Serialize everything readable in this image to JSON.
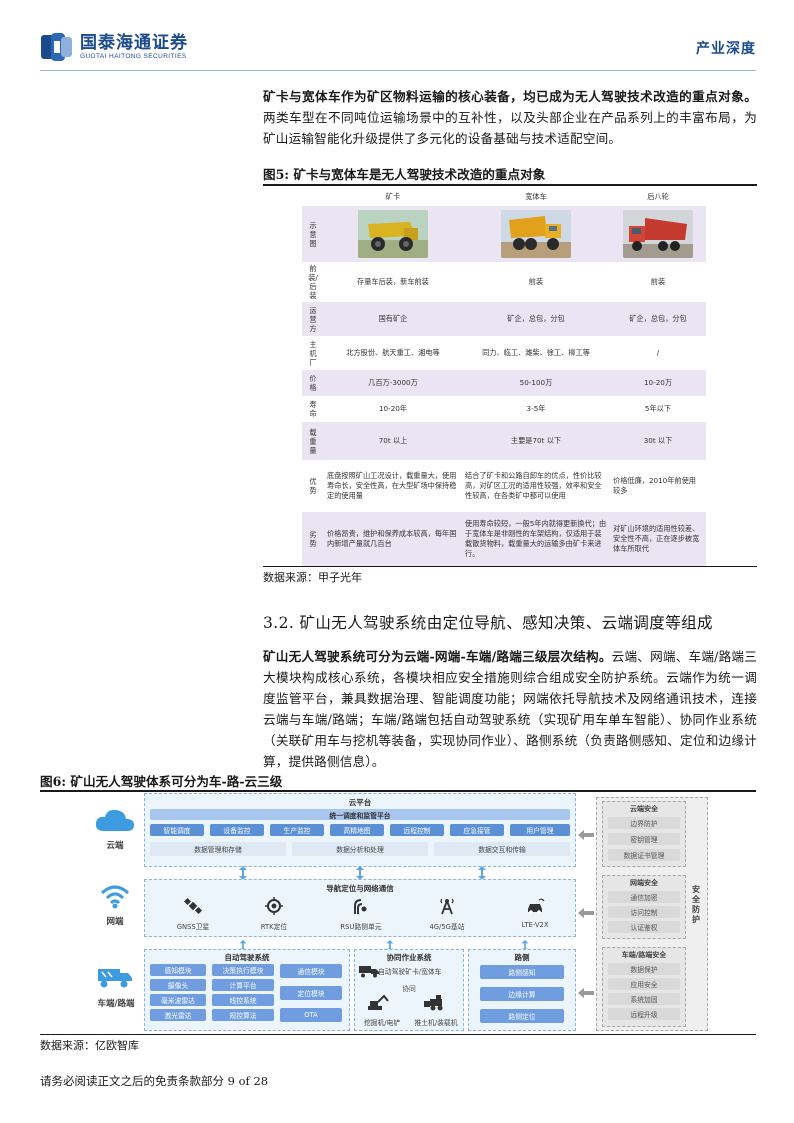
{
  "header": {
    "logo_cn": "国泰海通证券",
    "logo_en": "GUOTAI HAITONG SECURITIES",
    "section": "产业深度"
  },
  "intro": {
    "bold": "矿卡与宽体车作为矿区物料运输的核心装备，均已成为无人驾驶技术改造的重点对象。",
    "rest": "两类车型在不同吨位运输场景中的互补性，以及头部企业在产品系列上的丰富布局，为矿山运输智能化升级提供了多元化的设备基础与技术适配空间。"
  },
  "figure5": {
    "title": "图5:  矿卡与宽体车是无人驾驶技术改造的重点对象",
    "source": "数据来源：甲子光年",
    "columns": [
      "矿卡",
      "宽体车",
      "后八轮"
    ],
    "rows": [
      {
        "label": [
          "示",
          "意",
          "图"
        ],
        "cells": [
          "",
          "",
          ""
        ]
      },
      {
        "label": [
          "前",
          "装/",
          "后",
          "装"
        ],
        "cells": [
          "存量车后装，新车前装",
          "前装",
          "前装"
        ]
      },
      {
        "label": [
          "运",
          "营",
          "方"
        ],
        "cells": [
          "国有矿企",
          "矿企，总包，分包",
          "矿企，总包，分包"
        ]
      },
      {
        "label": [
          "主",
          "机",
          "厂"
        ],
        "cells": [
          "北方股份、航天重工、湘电等",
          "同力、临工、潍柴、徐工、柳工等",
          "/"
        ]
      },
      {
        "label": [
          "价",
          "格"
        ],
        "cells": [
          "几百万-3000万",
          "50-100万",
          "10-20万"
        ]
      },
      {
        "label": [
          "寿",
          "命"
        ],
        "cells": [
          "10-20年",
          "3-5年",
          "5年以下"
        ]
      },
      {
        "label": [
          "载",
          "重",
          "量"
        ],
        "cells": [
          "70t 以上",
          "主要是70t 以下",
          "30t 以下"
        ]
      },
      {
        "label": [
          "优",
          "势"
        ],
        "cells": [
          "底盘按照矿山工况设计，载重量大，使用寿命长，安全性高，在大型矿场中保持稳定的使用量",
          "结合了矿卡和公路自卸车的优点，性价比较高，对矿区工况的适用性较强，效率和安全性较高，在各类矿中都可以使用",
          "价格低廉，2010年前使用较多"
        ]
      },
      {
        "label": [
          "劣",
          "势"
        ],
        "cells": [
          "价格昂贵，维护和保养成本较高，每年国内新增产量就几百台",
          "使用寿命较短，一般5年内就得更新换代；由于宽体车是非刚性的车架结构，仅适用于装载散货物料，载重量大的运输多由矿卡来进行。",
          "对矿山环境的适用性较差、安全性不高，正在逐步被宽体车所取代"
        ]
      }
    ]
  },
  "section": {
    "heading": "3.2. 矿山无人驾驶系统由定位导航、感知决策、云端调度等组成"
  },
  "para2": {
    "bold": "矿山无人驾驶系统可分为云端-网端-车端/路端三级层次结构。",
    "rest": "云端、网端、车端/路端三大模块构成核心系统，各模块相应安全措施则综合组成安全防护系统。云端作为统一调度监管平台，兼具数据治理、智能调度功能；网端依托导航技术及网络通讯技术，连接云端与车端/路端；车端/路端包括自动驾驶系统（实现矿用车单车智能）、协同作业系统（关联矿用车与挖机等装备，实现协同作业）、路侧系统（负责路侧感知、定位和边缘计算，提供路侧信息）。"
  },
  "figure6": {
    "title": "图6:  矿山无人驾驶体系可分为车-路-云三级",
    "source": "数据来源：亿欧智库",
    "tiers": {
      "cloud": "云端",
      "network": "网端",
      "vehicle": "车端/路端"
    },
    "cloud": {
      "title": "云平台",
      "platform": "统一调度和监管平台",
      "modules": [
        "智能调度",
        "设备监控",
        "生产监控",
        "高精地图",
        "远程控制",
        "应急接管",
        "用户管理"
      ],
      "data": [
        "数据管理和存储",
        "数据分析和处理",
        "数据交互和传输"
      ]
    },
    "network": {
      "title": "导航定位与网络通信",
      "items": [
        "GNSS卫星",
        "RTK定位",
        "RSU路侧单元",
        "4G/5G基站",
        "LTE-V2X"
      ]
    },
    "autodrive": {
      "title": "自动驾驶系统",
      "col1": [
        "感知模块",
        "摄像头",
        "毫米波雷达",
        "激光雷达"
      ],
      "col2": [
        "决策执行模块",
        "计算平台",
        "线控系统",
        "规控算法"
      ],
      "col3": [
        "通信模块",
        "定位模块",
        "OTA"
      ]
    },
    "coop": {
      "title": "协同作业系统",
      "truck": "自动驾驶矿卡/宽体车",
      "link": "协同",
      "excavator": "挖掘机/电铲",
      "loader": "推土机/装载机"
    },
    "road": {
      "title": "路侧",
      "items": [
        "路侧感知",
        "边缘计算",
        "路侧定位"
      ]
    },
    "security": {
      "side_label": "安全防护",
      "groups": [
        {
          "title": "云端安全",
          "items": [
            "边界防护",
            "密钥管理",
            "数据证书管理"
          ]
        },
        {
          "title": "网端安全",
          "items": [
            "通信加密",
            "访问控制",
            "认证鉴权"
          ]
        },
        {
          "title": "车端/路端安全",
          "items": [
            "数据保护",
            "应用安全",
            "系统加固",
            "远程升级"
          ]
        }
      ]
    }
  },
  "footer": "请务必阅读正文之后的免责条款部分 9 of 28",
  "colors": {
    "brand": "#1c4b8c",
    "chip_blue": "#5b8fd6",
    "table_shade": "#ebe4f3",
    "diagram_bg": "#edf5fc"
  }
}
